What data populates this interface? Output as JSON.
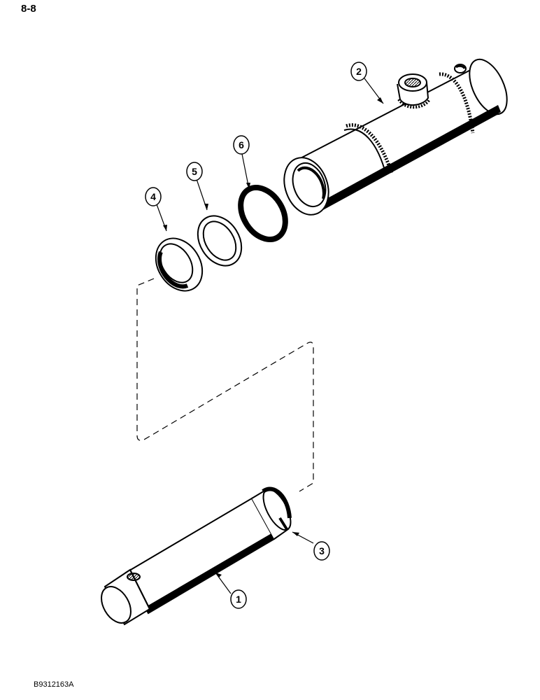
{
  "page_number": "8-8",
  "figure_code": "B9312163A",
  "callouts": [
    "1",
    "2",
    "3",
    "4",
    "5",
    "6"
  ],
  "colors": {
    "ink": "#000000",
    "paper": "#ffffff"
  }
}
